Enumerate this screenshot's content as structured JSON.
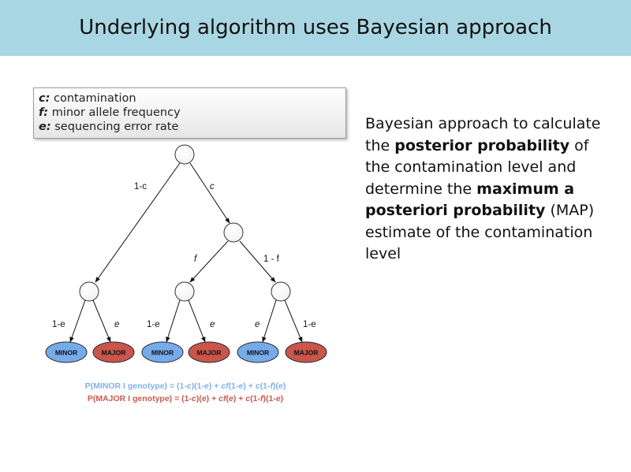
{
  "header": {
    "title": "Underlying algorithm uses Bayesian approach"
  },
  "legend": [
    {
      "symbol": "c:",
      "text": " contamination"
    },
    {
      "symbol": "f:",
      "text": " minor allele frequency"
    },
    {
      "symbol": "e:",
      "text": " sequencing error rate"
    }
  ],
  "description": {
    "p1": "Bayesian approach to calculate the ",
    "b1": "posterior probability",
    "p2": " of the contamination level and determine the ",
    "b2": "maximum a posteriori probability",
    "p3": " (MAP) estimate of the contamination level"
  },
  "tree": {
    "edge_labels": {
      "root_left": "1-c",
      "root_right": "c",
      "mid_left": "f",
      "mid_right": "1 - f",
      "l1_left": "1-e",
      "l1_right": "e",
      "l2_left": "1-e",
      "l2_right": "e",
      "l3_left": "e",
      "l3_right": "1-e"
    },
    "leaves": [
      "MINOR",
      "MAJOR",
      "MINOR",
      "MAJOR",
      "MINOR",
      "MAJOR"
    ],
    "colors": {
      "minor": "#76abea",
      "major": "#c9554b"
    }
  },
  "formulas": {
    "minor": {
      "t1": "P(MINOR I genotype) = (1-",
      "v1": "c",
      "t2": ")(1-",
      "v2": "e",
      "t3": ") + ",
      "v3": "cf",
      "t4": "(1-",
      "v4": "e",
      "t5": ") + ",
      "v5": "c",
      "t6": "(1-",
      "v6": "f",
      "t7": ")(",
      "v7": "e",
      "t8": ")"
    },
    "major": {
      "t1": "P(MAJOR I genotype) = (1-",
      "v1": "c",
      "t2": ")(",
      "v2": "e",
      "t3": ") + ",
      "v3": "cf",
      "t4": "(",
      "v4": "e",
      "t5": ") + ",
      "v5": "c",
      "t6": "(1-",
      "v6": "f",
      "t7": ")(1-",
      "v7": "e",
      "t8": ")"
    }
  }
}
